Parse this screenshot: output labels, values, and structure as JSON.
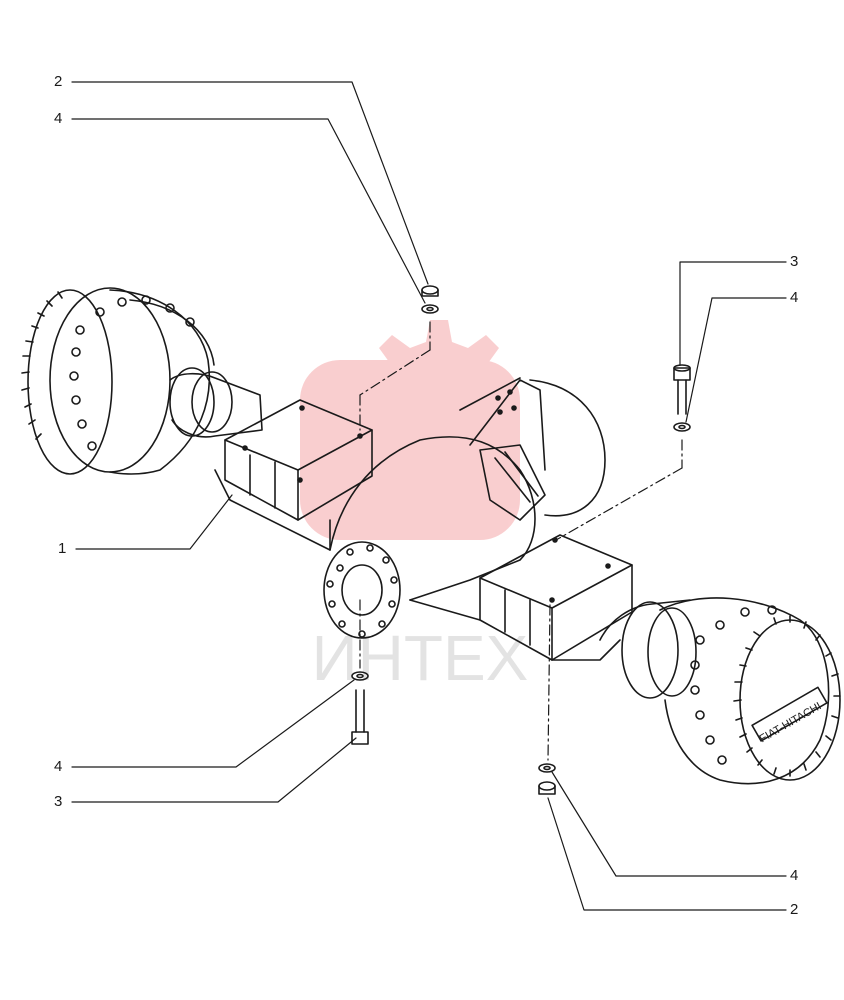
{
  "callouts": {
    "c2_top_left": "2",
    "c4_top_left": "4",
    "c3_right": "3",
    "c4_right": "4",
    "c1_left": "1",
    "c4_bottom_left": "4",
    "c3_bottom_left": "3",
    "c4_bottom_right": "4",
    "c2_bottom_right": "2"
  },
  "hub_brand": "FIAT-HITACHI",
  "watermark": {
    "text": "ИНТЕХ",
    "color": "#e8262b"
  },
  "colors": {
    "line": "#1a1a1a",
    "paper": "#ffffff"
  }
}
